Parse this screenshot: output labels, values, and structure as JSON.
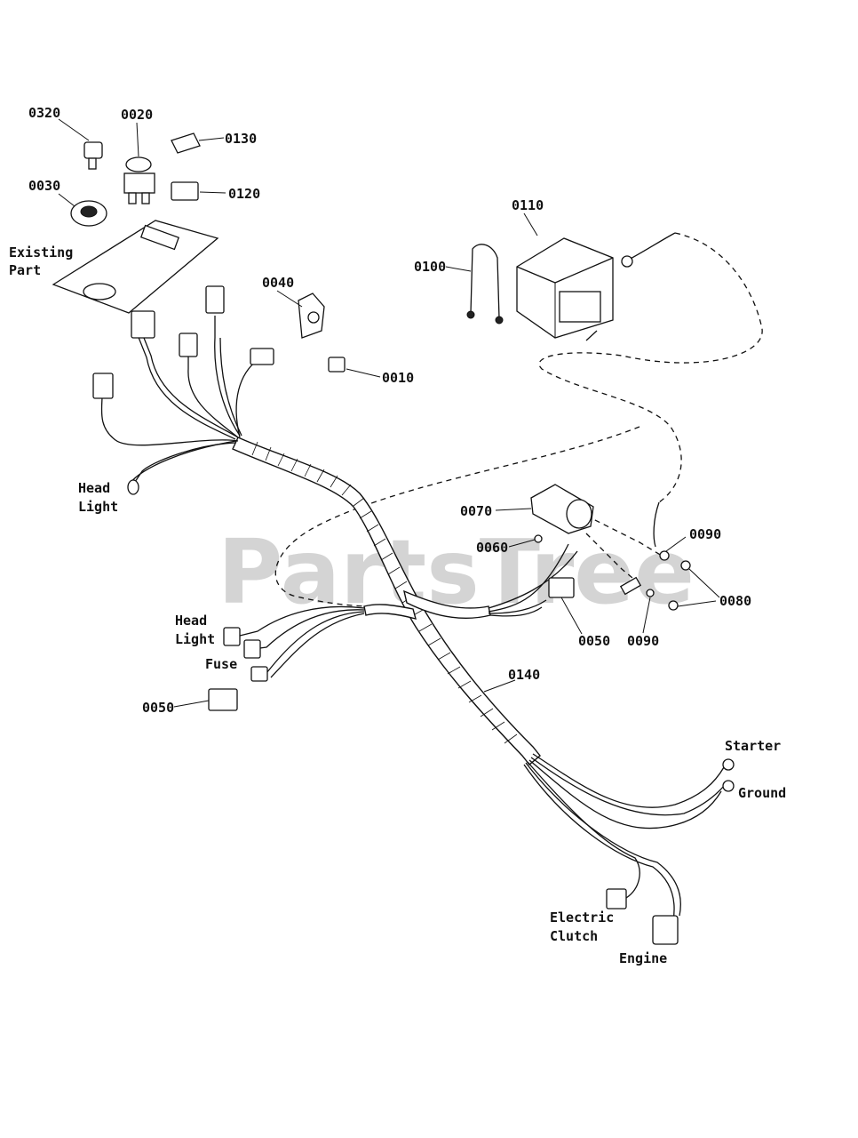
{
  "watermark": "PartsTree",
  "callouts": {
    "p0320": "0320",
    "p0020": "0020",
    "p0130": "0130",
    "p0030": "0030",
    "p0120": "0120",
    "p0110": "0110",
    "p0100": "0100",
    "p0040": "0040",
    "p0010": "0010",
    "p0070": "0070",
    "p0060": "0060",
    "p0090a": "0090",
    "p0080": "0080",
    "p0050a": "0050",
    "p0090b": "0090",
    "p0140": "0140",
    "p0050b": "0050"
  },
  "descriptions": {
    "existing_1": "Existing",
    "existing_2": "Part",
    "headlight_a1": "Head",
    "headlight_a2": "Light",
    "headlight_b1": "Head",
    "headlight_b2": "Light",
    "fuse": "Fuse",
    "starter": "Starter",
    "ground": "Ground",
    "clutch_1": "Electric",
    "clutch_2": "Clutch",
    "engine": "Engine"
  }
}
